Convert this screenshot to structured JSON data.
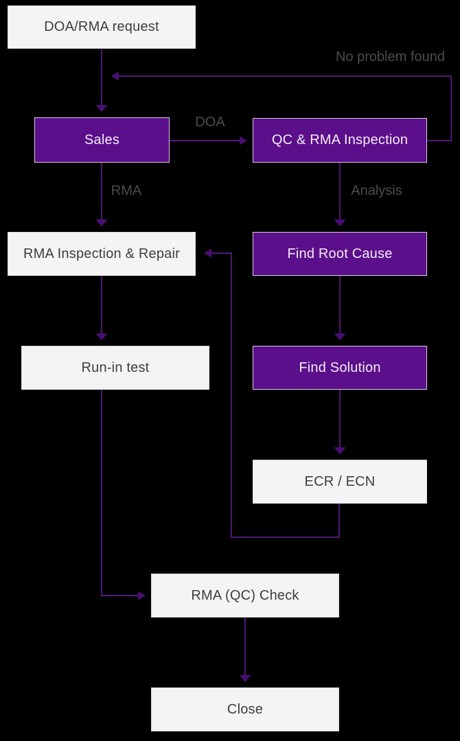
{
  "diagram": {
    "type": "flowchart",
    "nodes": [
      {
        "label": "DOA/RMA request",
        "variant": "light"
      },
      {
        "label": "Sales",
        "variant": "purple"
      },
      {
        "label": "QC & RMA Inspection",
        "variant": "purple"
      },
      {
        "label": "RMA Inspection & Repair",
        "variant": "light"
      },
      {
        "label": "Find Root Cause",
        "variant": "purple"
      },
      {
        "label": "Run-in test",
        "variant": "light"
      },
      {
        "label": "Find Solution",
        "variant": "purple"
      },
      {
        "label": "ECR / ECN",
        "variant": "light"
      },
      {
        "label": "RMA (QC) Check",
        "variant": "light"
      },
      {
        "label": "Close",
        "variant": "light"
      }
    ],
    "edge_labels": [
      {
        "text": "No problem found"
      },
      {
        "text": "DOA"
      },
      {
        "text": "RMA"
      },
      {
        "text": "Analysis"
      }
    ],
    "edges": [
      {
        "from": "DOA/RMA request",
        "to": "Sales",
        "label": ""
      },
      {
        "from": "QC & RMA Inspection",
        "to": "Sales",
        "label": "No problem found"
      },
      {
        "from": "Sales",
        "to": "QC & RMA Inspection",
        "label": "DOA"
      },
      {
        "from": "Sales",
        "to": "RMA Inspection & Repair",
        "label": "RMA"
      },
      {
        "from": "QC & RMA Inspection",
        "to": "Find Root Cause",
        "label": "Analysis"
      },
      {
        "from": "RMA Inspection & Repair",
        "to": "Run-in test",
        "label": ""
      },
      {
        "from": "Find Root Cause",
        "to": "Find Solution",
        "label": ""
      },
      {
        "from": "Find Solution",
        "to": "ECR / ECN",
        "label": ""
      },
      {
        "from": "ECR / ECN",
        "to": "RMA Inspection & Repair",
        "label": ""
      },
      {
        "from": "Run-in test",
        "to": "RMA (QC) Check",
        "label": ""
      },
      {
        "from": "RMA (QC) Check",
        "to": "Close",
        "label": ""
      }
    ],
    "colors": {
      "background": "#000000",
      "node_purple_fill": "#5b0f8a",
      "node_purple_text": "#f3edf7",
      "node_purple_border": "#d6d2dc",
      "node_light_fill": "#f5f4f5",
      "node_light_text": "#3d3d3f",
      "node_light_border": "#dedddd",
      "connector": "#7120a2",
      "arrowhead": "#4c0e76",
      "edge_label_text": "#4b4b50"
    }
  }
}
